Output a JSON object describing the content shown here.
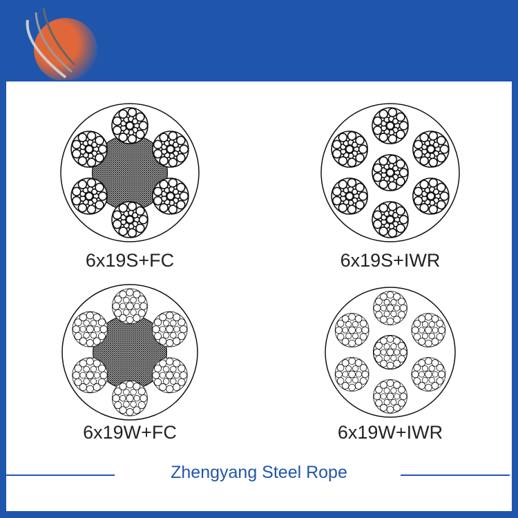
{
  "colors": {
    "brand": "#1f56ac",
    "logo_sphere": "#e0673a"
  },
  "ropes": [
    {
      "label": "6x19S+FC",
      "core": "fiber",
      "style": "seale"
    },
    {
      "label": "6x19S+IWR",
      "core": "iwr",
      "style": "seale"
    },
    {
      "label": "6x19W+FC",
      "core": "fiber",
      "style": "warrington"
    },
    {
      "label": "6x19W+IWR",
      "core": "iwr",
      "style": "warrington"
    }
  ],
  "footer": {
    "brand_name": "Zhengyang Steel Rope"
  }
}
